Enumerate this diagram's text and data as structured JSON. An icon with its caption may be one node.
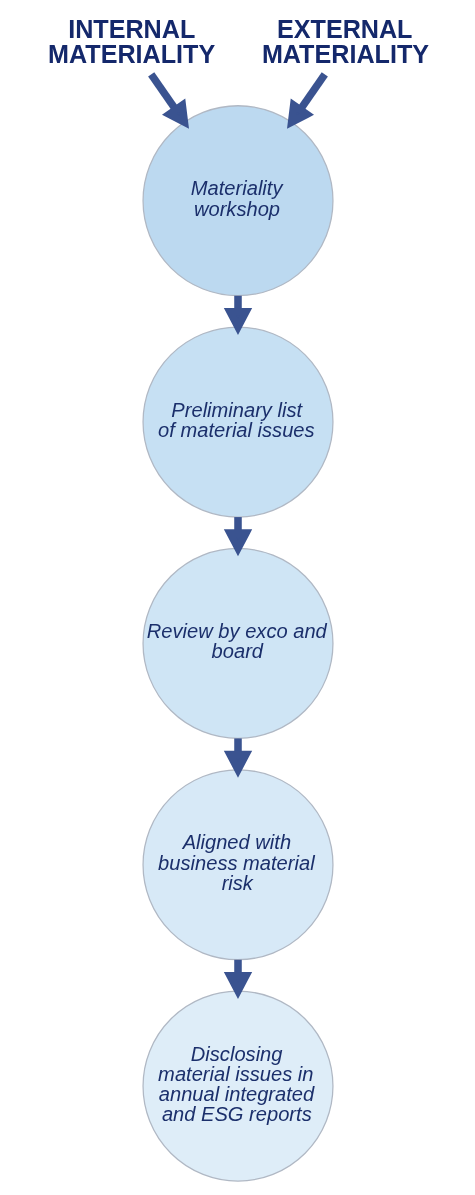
{
  "diagram": {
    "nodes": [
      {
        "text": [
          "INTERNAL MATERIALITY"
        ]
      },
      {
        "text": [
          "EXTERNAL MATERIALITY"
        ]
      },
      {
        "text": [
          "Materiality workshop"
        ]
      },
      {
        "text": [
          "Preliminary list of material issues"
        ]
      },
      {
        "text": [
          "Review by exco and board"
        ]
      },
      {
        "text": [
          "Aligned with business material risk"
        ]
      },
      {
        "text": [
          "Disclosing material issues in annual integrated and ESG reports"
        ]
      }
    ],
    "edges": [
      {
        "from": 0,
        "to": 2,
        "arrow": "to"
      },
      {
        "from": 1,
        "to": 2,
        "arrow": "to"
      },
      {
        "from": 2,
        "to": 3,
        "arrow": "to"
      },
      {
        "from": 3,
        "to": 4,
        "arrow": "to"
      },
      {
        "from": 4,
        "to": 5,
        "arrow": "to"
      },
      {
        "from": 5,
        "to": 6,
        "arrow": "to"
      }
    ]
  }
}
